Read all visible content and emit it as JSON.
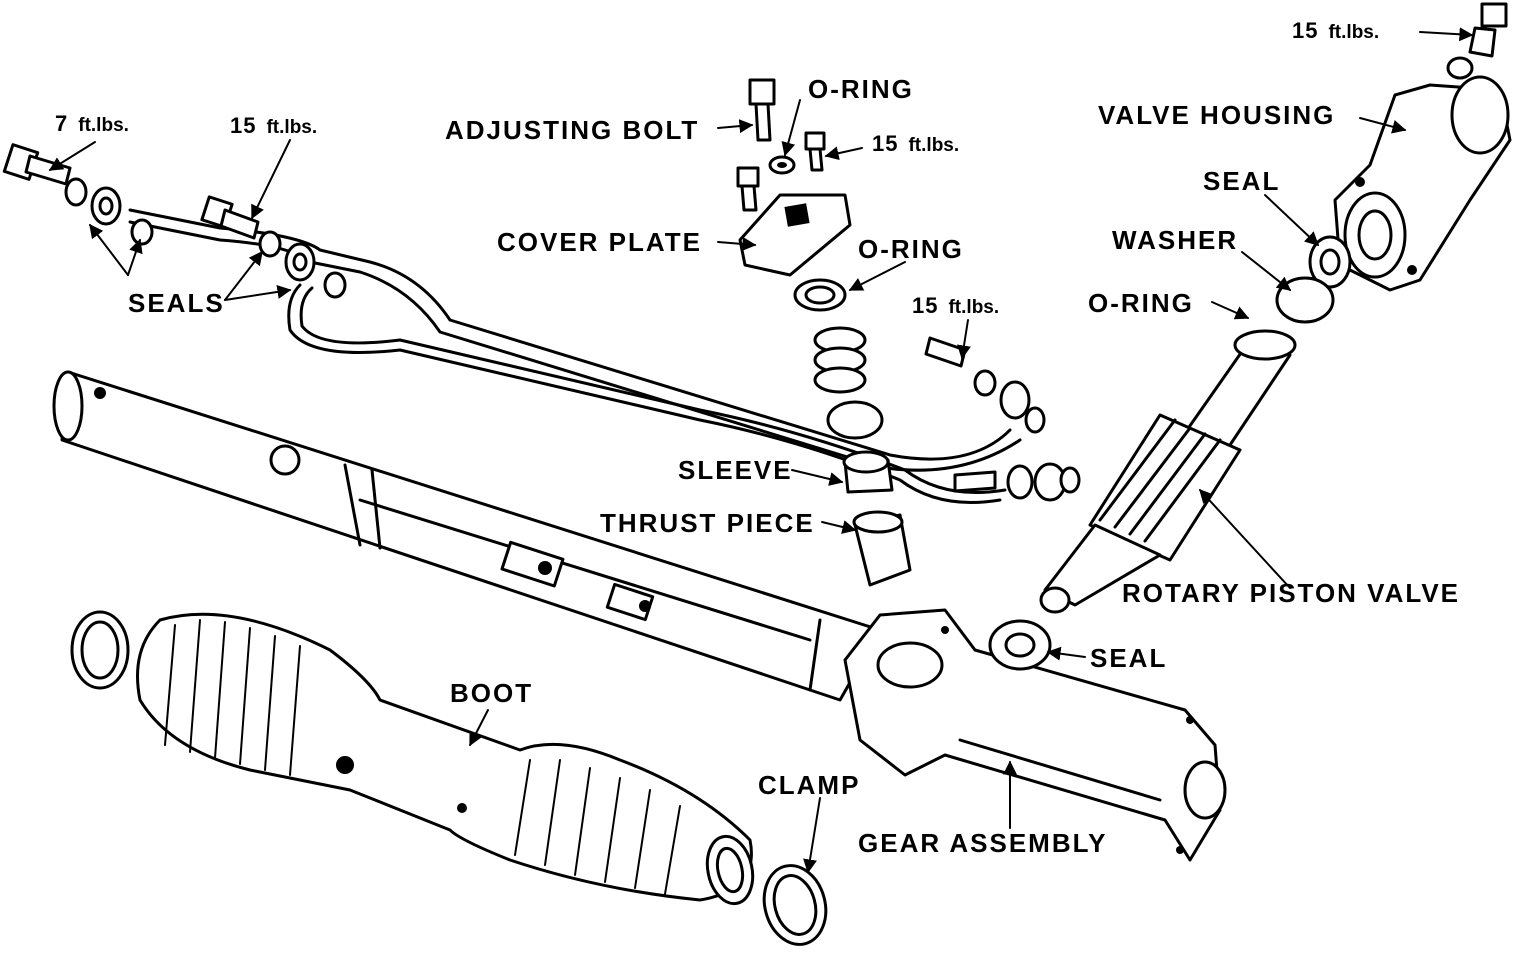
{
  "labels": {
    "adjusting_bolt": "ADJUSTING BOLT",
    "o_ring_top": "O-RING",
    "o_ring_cover": "O-RING",
    "o_ring_valve": "O-RING",
    "cover_plate": "COVER PLATE",
    "seals": "SEALS",
    "valve_housing": "VALVE HOUSING",
    "seal_top": "SEAL",
    "washer": "WASHER",
    "sleeve": "SLEEVE",
    "thrust_piece": "THRUST PIECE",
    "rotary_piston_valve": "ROTARY PISTON VALVE",
    "seal_bottom": "SEAL",
    "boot": "BOOT",
    "clamp": "CLAMP",
    "gear_assembly": "GEAR ASSEMBLY"
  },
  "torques": [
    {
      "value": "7",
      "unit": "ft.lbs."
    },
    {
      "value": "15",
      "unit": "ft.lbs."
    },
    {
      "value": "15",
      "unit": "ft.lbs."
    },
    {
      "value": "15",
      "unit": "ft.lbs."
    },
    {
      "value": "15",
      "unit": "ft.lbs."
    }
  ]
}
